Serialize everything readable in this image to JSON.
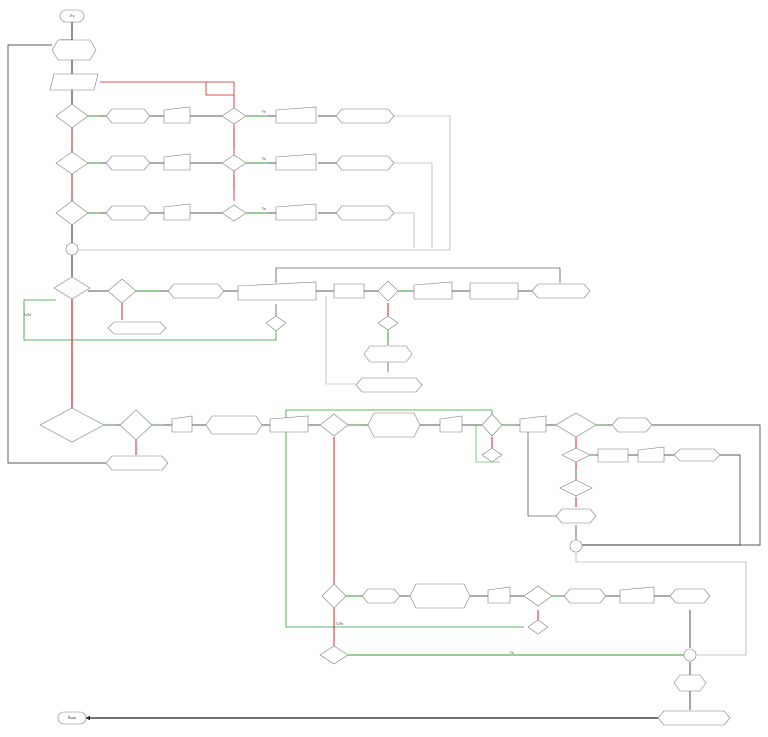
{
  "diagram": {
    "type": "flowchart",
    "colors": {
      "line": "#222222",
      "connector_gray": "#9a9a9a",
      "yes_path": "#2e9e2e",
      "no_path": "#d42020",
      "node_fill": "#ffffff",
      "node_stroke": "#7f7f7f"
    },
    "labels": {
      "start": "เริ่ม",
      "end": "สิ้นสุด",
      "yes": "ใช่",
      "no": "ไม่ใช่"
    }
  }
}
